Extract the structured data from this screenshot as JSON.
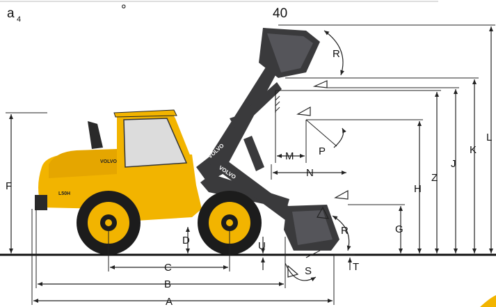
{
  "header": {
    "angle_label": "a",
    "angle_subscript": "4",
    "degree_symbol": "°",
    "angle_value": "40"
  },
  "machine": {
    "brand": "VOLVO",
    "model_badge": "L50H"
  },
  "dimension_labels": {
    "A": "A",
    "B": "B",
    "C": "C",
    "D": "D",
    "F": "F",
    "G": "G",
    "H": "H",
    "J": "J",
    "K": "K",
    "L": "L",
    "M": "M",
    "N": "N",
    "P": "P",
    "R_upper": "R",
    "R_lower": "R",
    "S": "S",
    "T": "T",
    "U": "U",
    "Z": "Z"
  },
  "colors": {
    "body_yellow": "#f2b400",
    "boom_dark": "#3a3a3c",
    "tyre_black": "#1c1c1c",
    "line": "#222222"
  }
}
